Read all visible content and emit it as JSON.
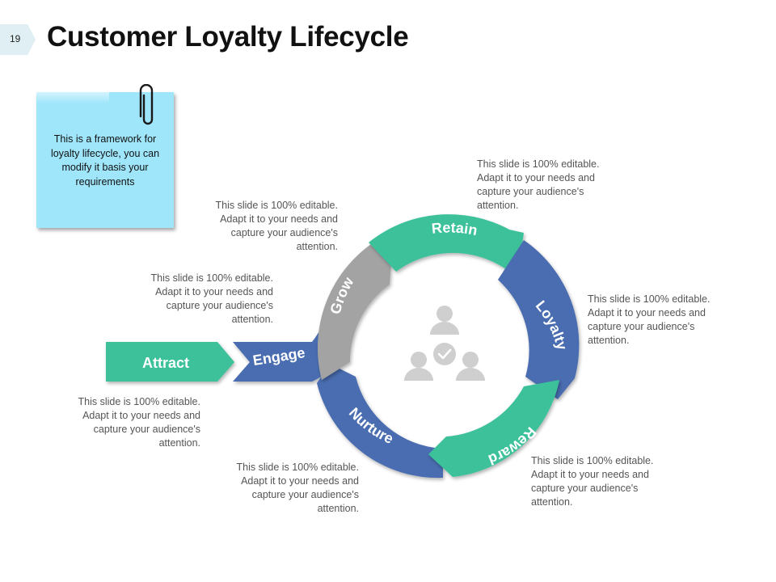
{
  "slide": {
    "page_number": "19",
    "title": "Customer Loyalty Lifecycle"
  },
  "note": {
    "text": "This is a framework for loyalty lifecycle, you can modify it basis your requirements"
  },
  "stages": {
    "attract": "Attract",
    "engage": "Engage",
    "grow": "Grow",
    "retain": "Retain",
    "loyalty": "Loyalty",
    "reward": "Reward",
    "nurture": "Nurture"
  },
  "descriptions": {
    "attract": "This slide is 100% editable. Adapt it to your needs and capture your audience's attention.",
    "engage": "This slide is 100% editable. Adapt it to your needs and capture your audience's attention.",
    "grow": "This slide is 100% editable. Adapt it to your needs and capture your audience's attention.",
    "retain": "This slide is 100% editable. Adapt it to your needs and capture your audience's attention.",
    "loyalty": "This slide is 100% editable. Adapt it to your needs and capture your audience's attention.",
    "reward": "This slide is 100% editable. Adapt it to your needs and capture your audience's attention.",
    "nurture": "This slide is 100% editable. Adapt it to your needs and capture your audience's attention."
  },
  "colors": {
    "green": "#3cc19b",
    "blue": "#4a6db0",
    "grey": "#a3a3a3",
    "icon_grey": "#cfcfcf",
    "note_blue": "#9fe6fb"
  },
  "icons": {
    "center": "people-network-check-icon",
    "note_attachment": "paperclip-icon"
  }
}
